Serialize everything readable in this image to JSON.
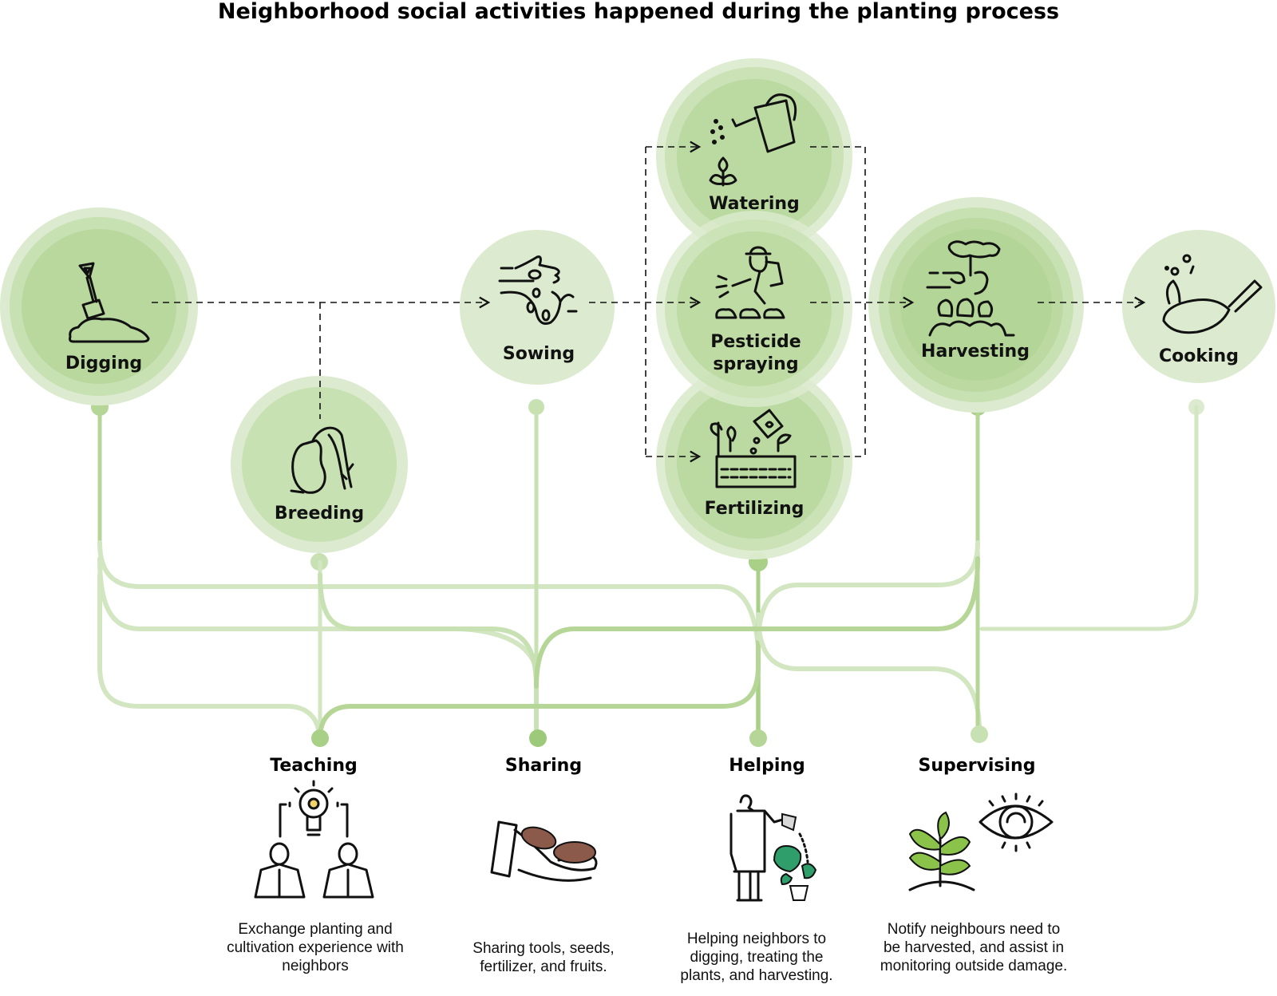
{
  "title": "Neighborhood social activities happened during the planting process",
  "colors": {
    "ring_outer": "#dcebcf",
    "ring_mid": "#c8e1b3",
    "ring_inner": "#b9d89e",
    "flow_light": "#d3e6c2",
    "flow_mid": "#b5d696",
    "flow_strong": "#9cc97a",
    "text": "#111111"
  },
  "stages": [
    {
      "id": "digging",
      "label": "Digging",
      "icon": "shovel-icon"
    },
    {
      "id": "breeding",
      "label": "Breeding",
      "icon": "sprouting-seed-icon"
    },
    {
      "id": "sowing",
      "label": "Sowing",
      "icon": "hand-sowing-seeds-icon"
    },
    {
      "id": "watering",
      "label": "Watering",
      "icon": "watering-can-icon"
    },
    {
      "id": "pesticide",
      "label_line1": "Pesticide",
      "label_line2": "spraying",
      "icon": "farmer-spraying-icon"
    },
    {
      "id": "fertilizing",
      "label": "Fertilizing",
      "icon": "fertilizer-bag-icon"
    },
    {
      "id": "harvesting",
      "label": "Harvesting",
      "icon": "carrot-harvest-icon"
    },
    {
      "id": "cooking",
      "label": "Cooking",
      "icon": "wok-pan-icon"
    }
  ],
  "flow": [
    [
      "Digging",
      "Sowing"
    ],
    [
      "Breeding",
      "Sowing"
    ],
    [
      "Sowing",
      "Watering"
    ],
    [
      "Sowing",
      "Pesticide spraying"
    ],
    [
      "Sowing",
      "Fertilizing"
    ],
    [
      "Watering",
      "Harvesting"
    ],
    [
      "Pesticide spraying",
      "Harvesting"
    ],
    [
      "Fertilizing",
      "Harvesting"
    ],
    [
      "Harvesting",
      "Cooking"
    ]
  ],
  "activities": [
    {
      "id": "teaching",
      "title": "Teaching",
      "icon": "people-lightbulb-icon",
      "desc": "Exchange planting and cultivation experience with neighbors",
      "linked_stages": [
        "Digging",
        "Breeding",
        "Fertilizing"
      ]
    },
    {
      "id": "sharing",
      "title": "Sharing",
      "icon": "hand-with-seeds-icon",
      "desc": "Sharing tools, seeds, fertilizer, and fruits.",
      "linked_stages": [
        "Digging",
        "Breeding",
        "Sowing",
        "Harvesting",
        "Cooking"
      ]
    },
    {
      "id": "helping",
      "title": "Helping",
      "icon": "gardener-watering-plant-icon",
      "desc": "Helping neighbors to digging, treating the plants, and harvesting.",
      "linked_stages": [
        "Digging",
        "Fertilizing",
        "Harvesting"
      ]
    },
    {
      "id": "supervising",
      "title": "Supervising",
      "icon": "plant-and-eye-icon",
      "desc": "Notify neighbours need to be harvested, and assist in monitoring outside damage.",
      "linked_stages": [
        "Fertilizing",
        "Harvesting"
      ]
    }
  ]
}
